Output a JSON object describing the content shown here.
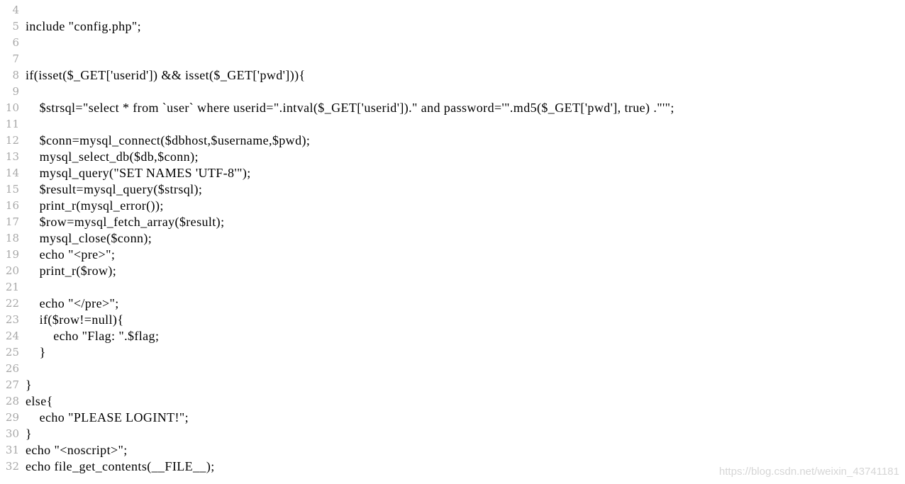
{
  "editor": {
    "lines": [
      {
        "number": "4",
        "text": ""
      },
      {
        "number": "5",
        "text": "include \"config.php\";"
      },
      {
        "number": "6",
        "text": ""
      },
      {
        "number": "7",
        "text": ""
      },
      {
        "number": "8",
        "text": "if(isset($_GET['userid']) && isset($_GET['pwd'])){"
      },
      {
        "number": "9",
        "text": ""
      },
      {
        "number": "10",
        "text": "    $strsql=\"select * from `user` where userid=\".intval($_GET['userid']).\" and password='\".md5($_GET['pwd'], true) .\"'\";"
      },
      {
        "number": "11",
        "text": ""
      },
      {
        "number": "12",
        "text": "    $conn=mysql_connect($dbhost,$username,$pwd);"
      },
      {
        "number": "13",
        "text": "    mysql_select_db($db,$conn);"
      },
      {
        "number": "14",
        "text": "    mysql_query(\"SET NAMES 'UTF-8'\");"
      },
      {
        "number": "15",
        "text": "    $result=mysql_query($strsql);"
      },
      {
        "number": "16",
        "text": "    print_r(mysql_error());"
      },
      {
        "number": "17",
        "text": "    $row=mysql_fetch_array($result);"
      },
      {
        "number": "18",
        "text": "    mysql_close($conn);"
      },
      {
        "number": "19",
        "text": "    echo \"<pre>\";"
      },
      {
        "number": "20",
        "text": "    print_r($row);"
      },
      {
        "number": "21",
        "text": ""
      },
      {
        "number": "22",
        "text": "    echo \"</pre>\";"
      },
      {
        "number": "23",
        "text": "    if($row!=null){"
      },
      {
        "number": "24",
        "text": "        echo \"Flag: \".$flag;"
      },
      {
        "number": "25",
        "text": "    }"
      },
      {
        "number": "26",
        "text": ""
      },
      {
        "number": "27",
        "text": "}"
      },
      {
        "number": "28",
        "text": "else{"
      },
      {
        "number": "29",
        "text": "    echo \"PLEASE LOGINT!\";"
      },
      {
        "number": "30",
        "text": "}"
      },
      {
        "number": "31",
        "text": "echo \"<noscript>\";"
      },
      {
        "number": "32",
        "text": "echo file_get_contents(__FILE__);"
      }
    ]
  },
  "watermark": "https://blog.csdn.net/weixin_43741181"
}
